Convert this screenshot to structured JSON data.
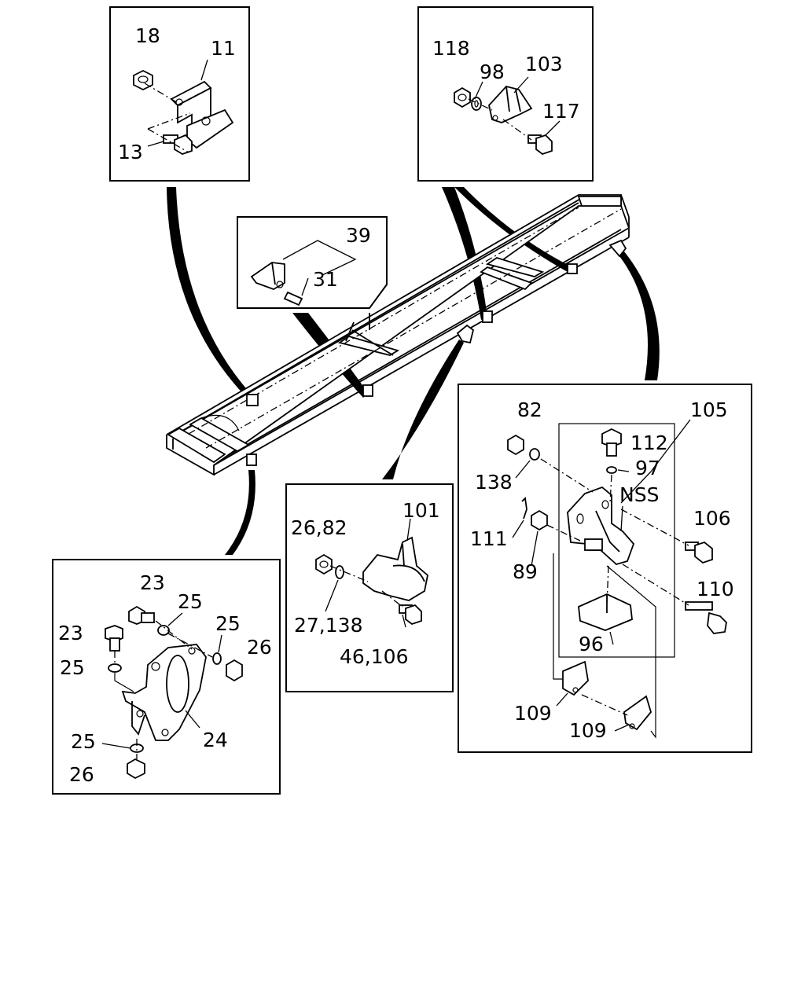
{
  "callouts": {
    "p18": "18",
    "p11": "11",
    "p13": "13",
    "p118": "118",
    "p98": "98",
    "p103": "103",
    "p117": "117",
    "p39": "39",
    "p31": "31",
    "p82a": "82",
    "p105": "105",
    "p112": "112",
    "p97": "97",
    "p138a": "138",
    "pNSS": "NSS",
    "p106a": "106",
    "p111": "111",
    "p89": "89",
    "p110": "110",
    "p96": "96",
    "p109a": "109",
    "p109b": "109",
    "p26_82": "26,82",
    "p101": "101",
    "p27_138": "27,138",
    "p46_106": "46,106",
    "p23a": "23",
    "p25a": "25",
    "p23b": "23",
    "p25b": "25",
    "p26a": "26",
    "p25c": "25",
    "p24": "24",
    "p25d": "25",
    "p26b": "26"
  }
}
